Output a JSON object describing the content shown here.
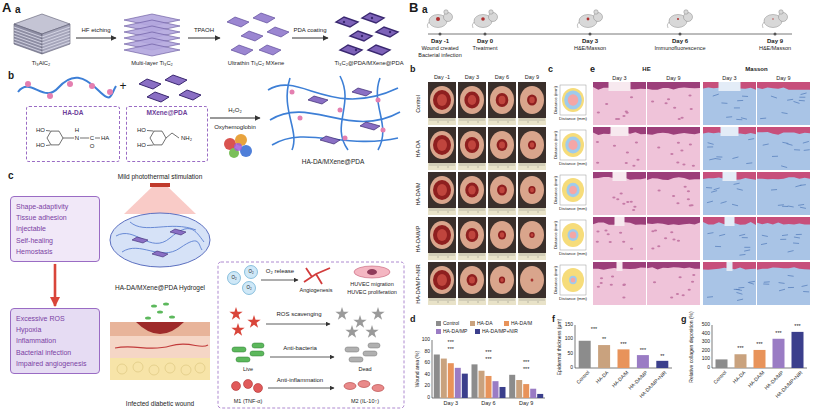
{
  "diagram": {
    "nodes": [
      {
        "text": [
          "Ti₃AlC₂"
        ]
      },
      {
        "text": [
          "Multi-layer Ti₃C₂"
        ]
      },
      {
        "text": [
          "Ultrathin Ti₃C₂ MXene"
        ]
      },
      {
        "text": [
          "Ti₃C₂@PDA/MXene@PDA"
        ]
      },
      {
        "text": [
          "HA-DA"
        ]
      },
      {
        "text": [
          "MXene@PDA"
        ]
      },
      {
        "text": [
          "HA-DA/MXene@PDA"
        ]
      },
      {
        "text": [
          "Shape-adaptivity",
          "Tissue adhesion",
          "Injectable",
          "Self-healing",
          "Hemostasis"
        ]
      },
      {
        "text": [
          "HA-DA/MXene@PDA Hydrogel"
        ]
      },
      {
        "text": [
          "Excessive ROS",
          "Hypoxia",
          "Inflammation",
          "Bacterial infection",
          "Impaired angiogenesis"
        ]
      },
      {
        "text": [
          "Infected diabetic wound"
        ]
      }
    ],
    "edges": [
      {
        "from": 0,
        "to": 1,
        "arrow": "to",
        "label": "HF etching"
      },
      {
        "from": 1,
        "to": 2,
        "arrow": "to",
        "label": "TPAOH"
      },
      {
        "from": 2,
        "to": 3,
        "arrow": "to",
        "label": "PDA coating"
      },
      {
        "from": 5,
        "to": 6,
        "arrow": "to",
        "label": "H₂O₂"
      },
      {
        "from": 7,
        "to": 9,
        "arrow": "to"
      }
    ],
    "labels": [
      "A",
      "a",
      "b",
      "+",
      "HO",
      "HO",
      "H",
      "N",
      "C",
      "O",
      "HA",
      "HO",
      "HO",
      "NH₂",
      "Oxyhemoglobin",
      "c",
      "Mild photothermal stimulation",
      "O₂",
      "O₂",
      "O₂",
      "O₂ release",
      "Angiogenesis",
      "HUVEC migration",
      "HUVEC proliferation",
      "ROS scavenging",
      "Live",
      "Anti-bacteria",
      "Dead",
      "M1 (TNF-α)",
      "Anti-inflammation",
      "M2 (IL-10↑)",
      "B",
      "a",
      "Day -1",
      "Wound created",
      "Bacterial infection",
      "Day 0",
      "Treatment",
      "Day 3",
      "H&E/Masson",
      "Day 6",
      "Immunofluorescence",
      "Day 9",
      "H&E/Masson",
      "b",
      "Day -1",
      "Day 3",
      "Day 6",
      "Day 9",
      "Control",
      "HA-DA",
      "HA-DA/M",
      "HA-DA/MP",
      "HA-DA/MP+NIR",
      "c",
      "Distance (mm)",
      "Distance (mm)",
      "Distance (mm)",
      "Distance (mm)",
      "Distance (mm)",
      "Distance (mm)",
      "Distance (mm)",
      "Distance (mm)",
      "Distance (mm)",
      "Distance (mm)",
      "e",
      "HE",
      "Masson",
      "Day 3",
      "Day 9",
      "Day 3",
      "Day 9",
      "d",
      "Wound area (%)",
      "0",
      "20",
      "40",
      "60",
      "80",
      "100",
      "Day 3",
      "Day 6",
      "Day 9",
      "***",
      "***",
      "***",
      "***",
      "***",
      "***",
      "f",
      "Epidermal thickness (μm)",
      "0",
      "50",
      "100",
      "150",
      "Control",
      "HA-DA",
      "HA-DA/M",
      "HA-DA/MP",
      "HA-DA/MP+NIR",
      "**",
      "***",
      "***",
      "**",
      "***",
      "g",
      "Relative collagen deposition (%)",
      "0",
      "100",
      "200",
      "300",
      "400",
      "500",
      "Control",
      "HA-DA",
      "HA-DA/M",
      "HA-DA/MP",
      "HA-DA/MP+NIR",
      "***",
      "***",
      "***",
      "***"
    ],
    "legend": [
      {
        "text": "Control",
        "color": "#8c8c8c"
      },
      {
        "text": "HA-DA",
        "color": "#c9a27e"
      },
      {
        "text": "HA-DA/M",
        "color": "#e8935a"
      },
      {
        "text": "HA-DA/MP",
        "color": "#9a7cc4"
      },
      {
        "text": "HA-DA/MP+NIR",
        "color": "#3b3f8c"
      }
    ]
  }
}
